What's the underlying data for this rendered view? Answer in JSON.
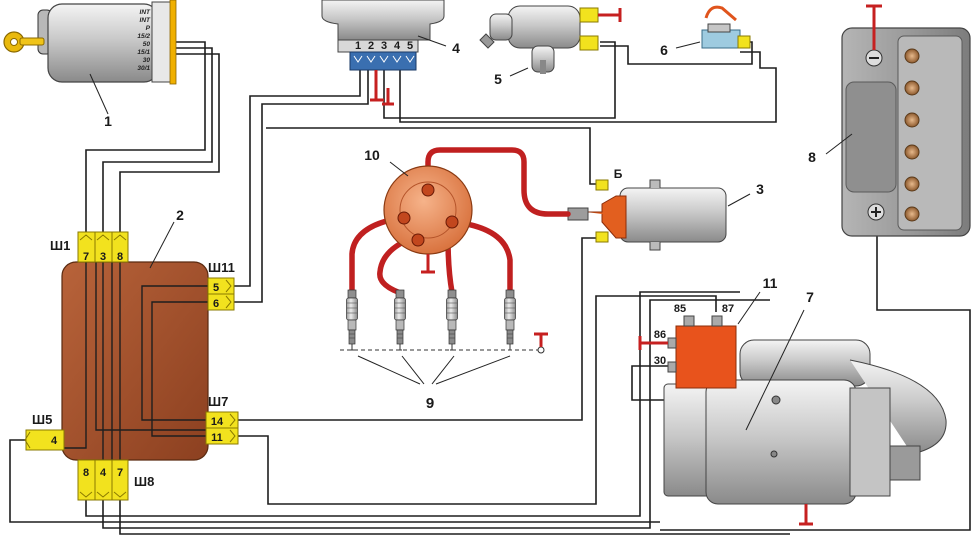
{
  "components": {
    "ignition_switch": {
      "callout": "1",
      "contacts": [
        "INT",
        "INT",
        "P",
        "15/2",
        "50",
        "15/1",
        "30",
        "30/1"
      ]
    },
    "control_unit": {
      "callout": "2"
    },
    "ignition_coil": {
      "callout": "3",
      "terminal": "Б"
    },
    "connector_block": {
      "callout": "4",
      "pins": [
        "1",
        "2",
        "3",
        "4",
        "5"
      ]
    },
    "sensor": {
      "callout": "5"
    },
    "relay_6": {
      "callout": "6"
    },
    "starter": {
      "callout": "7"
    },
    "battery": {
      "callout": "8"
    },
    "spark_plugs": {
      "callout": "9"
    },
    "distributor": {
      "callout": "10"
    },
    "starter_relay": {
      "callout": "11",
      "terminals": [
        "85",
        "87",
        "86",
        "30"
      ]
    }
  },
  "connectors": {
    "sh1": {
      "label": "Ш1",
      "pins": [
        "7",
        "3",
        "8"
      ]
    },
    "sh11": {
      "label": "Ш11",
      "pins": [
        "5",
        "6"
      ]
    },
    "sh7": {
      "label": "Ш7",
      "pins": [
        "14",
        "11"
      ]
    },
    "sh5": {
      "label": "Ш5",
      "pins": [
        "4"
      ]
    },
    "sh8": {
      "label": "Ш8",
      "pins": [
        "8",
        "4",
        "7"
      ]
    }
  },
  "colors": {
    "wire": "#1e1e1e",
    "high_voltage_lead": "#c02020",
    "ground": "#c62020",
    "connector": "#f2e21e",
    "control_unit": "#a8532a",
    "distributor_cap": "#e98a55",
    "starter_relay": "#e8531c"
  }
}
